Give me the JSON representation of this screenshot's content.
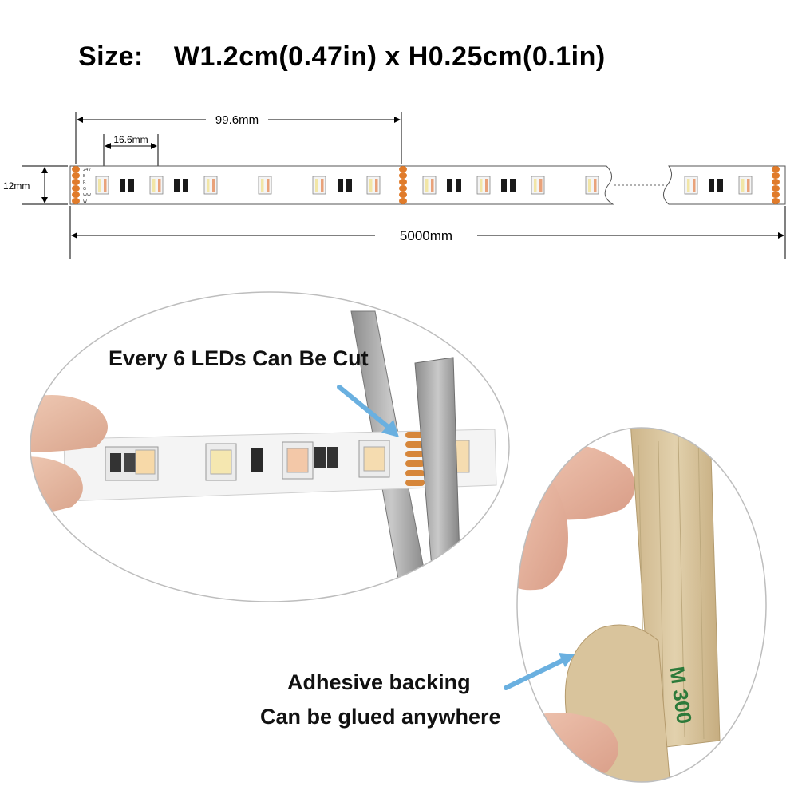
{
  "size": {
    "label": "Size:",
    "value": "W1.2cm(0.47in) x H0.25cm(0.1in)"
  },
  "dimensions": {
    "segment": "99.6mm",
    "led_pitch": "16.6mm",
    "width": "12mm",
    "total_length": "5000mm"
  },
  "pad_labels": [
    "24V",
    "B",
    "R",
    "G",
    "WW",
    "W"
  ],
  "callouts": {
    "cut": "Every 6 LEDs Can Be Cut",
    "adhesive_line1": "Adhesive backing",
    "adhesive_line2": "Can be glued anywhere"
  },
  "tape_print": "M 300",
  "colors": {
    "pad": "#e07b2a",
    "arrow": "#6ab0e0",
    "strip": "#ffffff",
    "adhesive": "#d9c49c"
  }
}
